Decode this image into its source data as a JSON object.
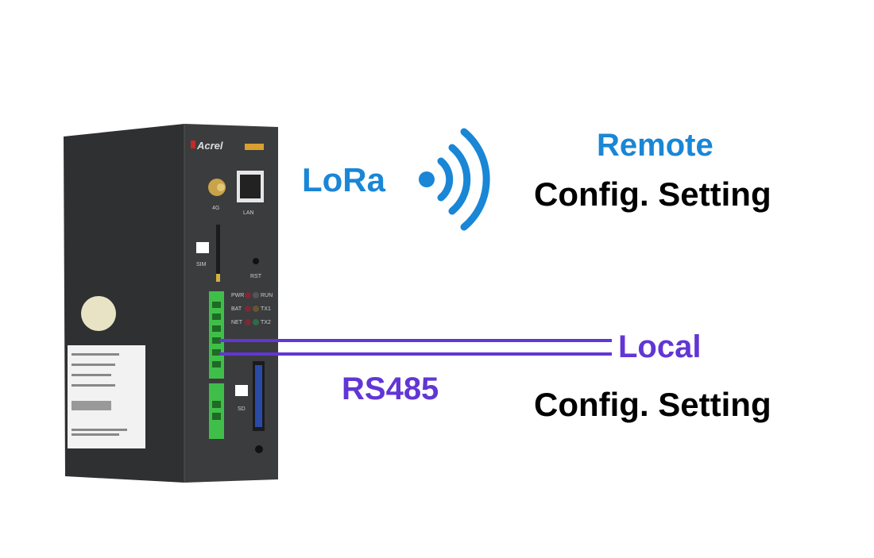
{
  "device": {
    "brand": "Acrel",
    "port_labels": {
      "antenna": "4G",
      "lan": "LAN",
      "sim": "SIM",
      "reset": "RST",
      "sd": "SD"
    },
    "led_labels": [
      "PWR",
      "RUN",
      "BAT",
      "TX1",
      "NET",
      "TX2"
    ]
  },
  "labels": {
    "lora": "LoRa",
    "remote": "Remote",
    "remote_config": "Config. Setting",
    "local": "Local",
    "rs485": "RS485",
    "local_config": "Config. Setting"
  },
  "colors": {
    "lora_blue": "#1a86d6",
    "rs485_purple": "#6236d4",
    "device_body": "#3a3b3d"
  }
}
